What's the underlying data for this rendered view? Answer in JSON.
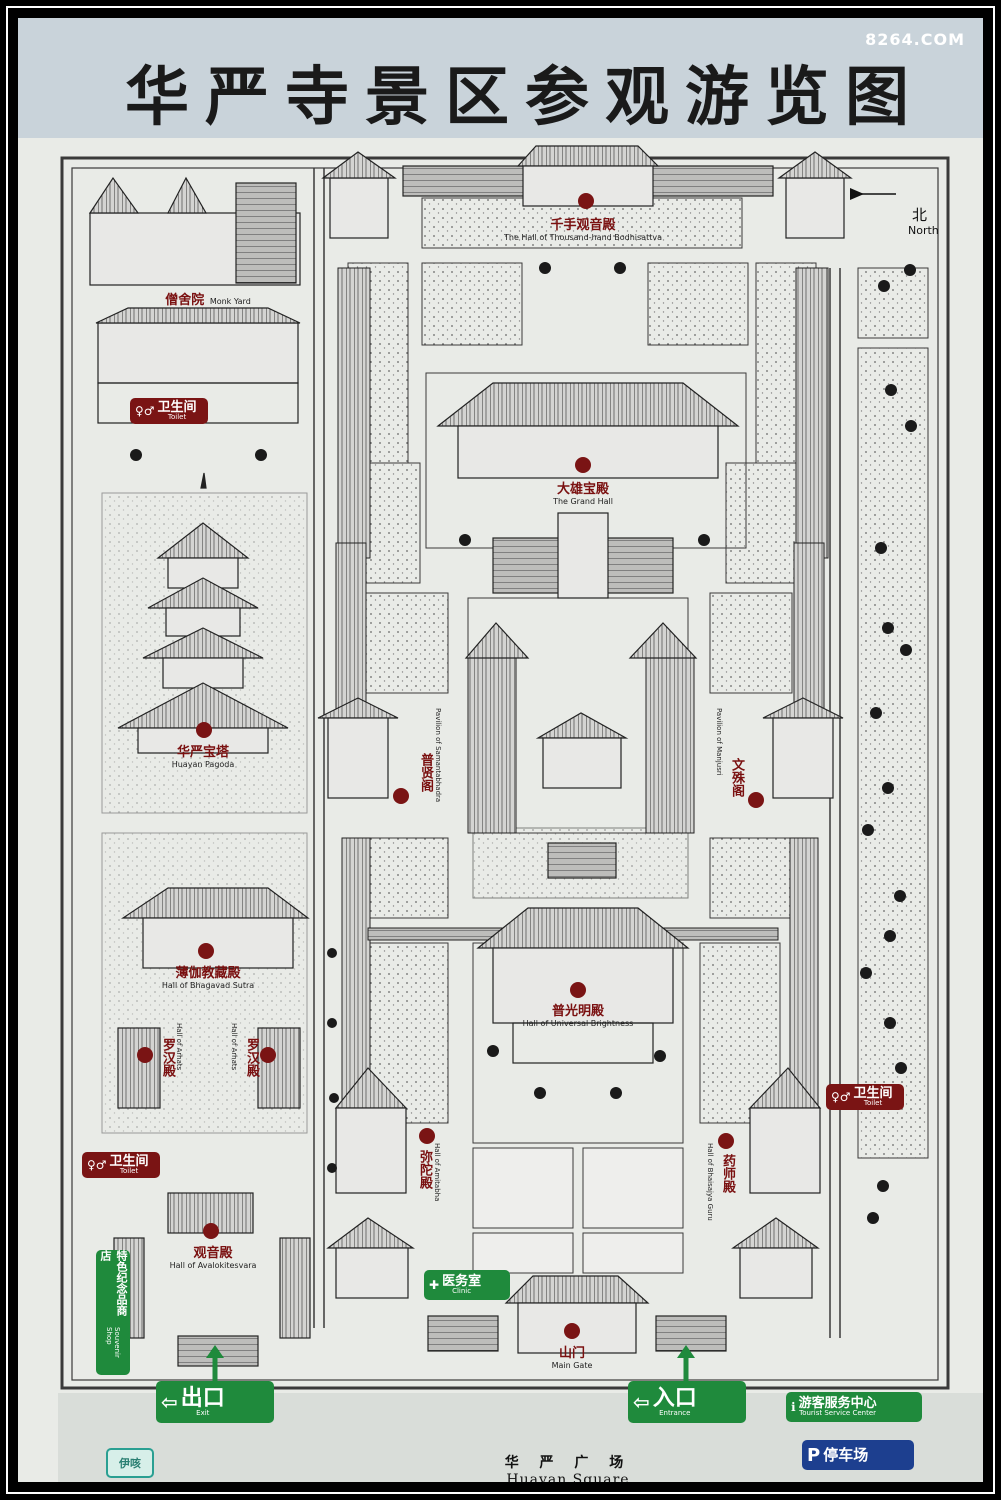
{
  "watermark": "8264.COM",
  "title": "华严寺景区参观游览图",
  "compass": {
    "zh": "北",
    "en": "North"
  },
  "square": {
    "zh": "华 严 广 场",
    "en": "Huayan Square"
  },
  "colors": {
    "marker": "#7a1414",
    "green": "#1f8a3c",
    "blue": "#1d3f8f",
    "background": "#e9ebe7",
    "line": "#3a3a3a"
  },
  "labels": {
    "thousand_hand": {
      "zh": "千手观音殿",
      "en": "The Hall of Thousand-hand Bodhisattva"
    },
    "monk_yard": {
      "zh": "僧舍院",
      "en": "Monk Yard"
    },
    "grand_hall": {
      "zh": "大雄宝殿",
      "en": "The Grand Hall"
    },
    "pagoda": {
      "zh": "华严宝塔",
      "en": "Huayan Pagoda"
    },
    "bhagavad": {
      "zh": "薄伽教藏殿",
      "en": "Hall of Bhagavad Sutra"
    },
    "universal": {
      "zh": "普光明殿",
      "en": "Hall of Universal Brightness"
    },
    "avalokitesvara": {
      "zh": "观音殿",
      "en": "Hall of Avalokitesvara"
    },
    "main_gate": {
      "zh": "山门",
      "en": "Main Gate"
    },
    "samantabhadra": {
      "zh": "普贤阁",
      "en": "Pavilion of Samantabhadra"
    },
    "manjusri": {
      "zh": "文殊阁",
      "en": "Pavilion of Manjusri"
    },
    "arhat_left": {
      "zh": "罗汉殿",
      "en": "Hall of Arhats"
    },
    "arhat_right": {
      "zh": "罗汉殿",
      "en": "Hall of Arhats"
    },
    "amitabha": {
      "zh": "弥陀殿",
      "en": "Hall of Amitabha"
    },
    "bhaisajya": {
      "zh": "药师殿",
      "en": "Hall of Bhaisajya Guru"
    }
  },
  "facilities": {
    "toilet_1": {
      "zh": "卫生间",
      "en": "Toilet"
    },
    "toilet_2": {
      "zh": "卫生间",
      "en": "Toilet"
    },
    "toilet_3": {
      "zh": "卫生间",
      "en": "Toilet"
    },
    "clinic": {
      "zh": "医务室",
      "en": "Clinic"
    },
    "exit": {
      "zh": "出口",
      "en": "Exit"
    },
    "entrance": {
      "zh": "入口",
      "en": "Entrance"
    },
    "tourist_center": {
      "zh": "游客服务中心",
      "en": "Tourist Service Center"
    },
    "parking": {
      "zh": "停车场"
    },
    "souvenir": {
      "zh": "特色纪念品商店",
      "en": "Souvenir Shop"
    }
  },
  "logo": "伊咳"
}
